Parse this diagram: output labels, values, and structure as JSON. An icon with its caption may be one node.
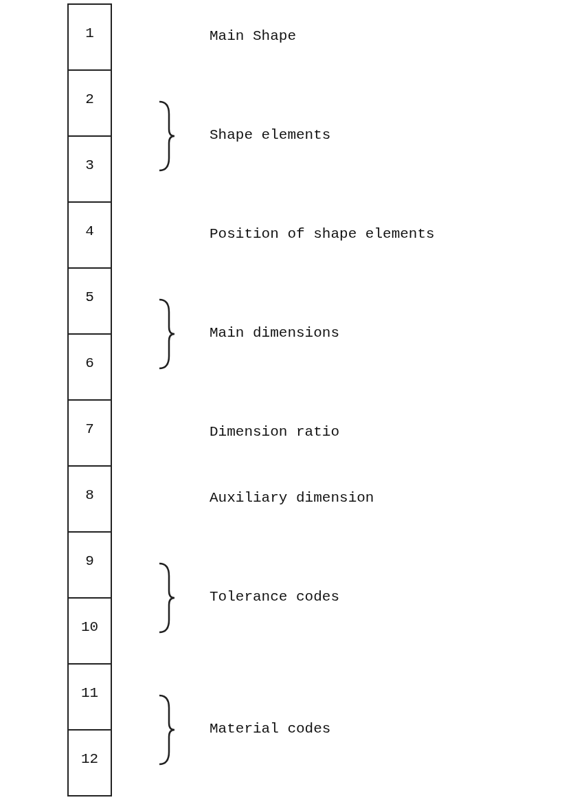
{
  "diagram": {
    "nodes": [
      {
        "text": [
          "1"
        ]
      },
      {
        "text": [
          "2"
        ]
      },
      {
        "text": [
          "3"
        ]
      },
      {
        "text": [
          "4"
        ]
      },
      {
        "text": [
          "5"
        ]
      },
      {
        "text": [
          "6"
        ]
      },
      {
        "text": [
          "7"
        ]
      },
      {
        "text": [
          "8"
        ]
      },
      {
        "text": [
          "9"
        ]
      },
      {
        "text": [
          "10"
        ]
      },
      {
        "text": [
          "11"
        ]
      },
      {
        "text": [
          "12"
        ]
      }
    ],
    "labels": [
      "Main Shape",
      "Shape elements",
      "Position of shape elements",
      "Main dimensions",
      "Dimension ratio",
      "Auxiliary dimension",
      "Tolerance codes",
      "Material codes"
    ]
  }
}
